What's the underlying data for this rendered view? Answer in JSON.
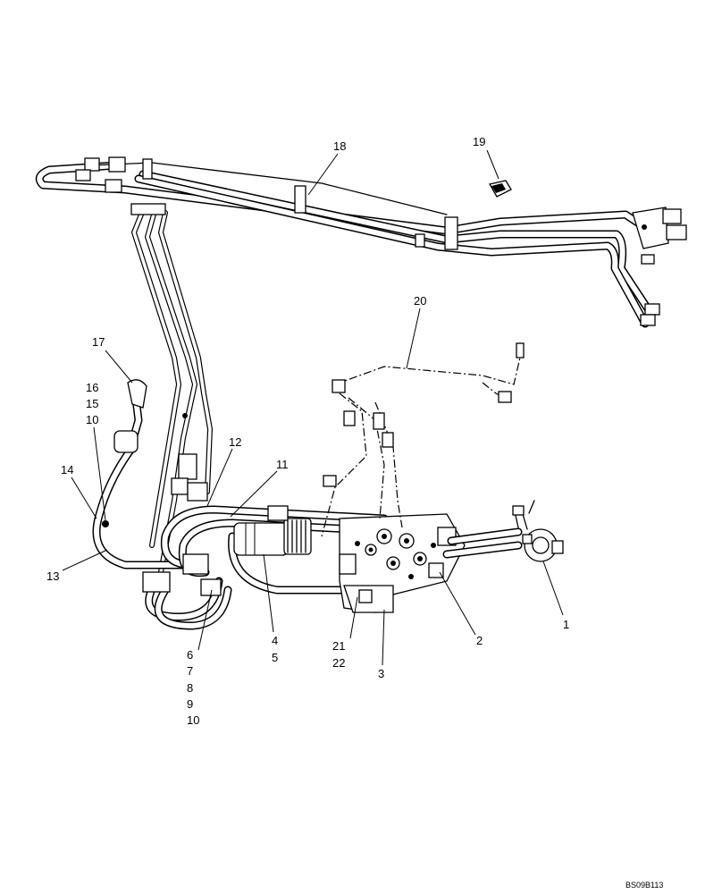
{
  "callouts": [
    {
      "id": "1",
      "text": "1"
    },
    {
      "id": "2",
      "text": "2"
    },
    {
      "id": "3",
      "text": "3"
    },
    {
      "id": "4",
      "text": "4"
    },
    {
      "id": "5",
      "text": "5"
    },
    {
      "id": "6",
      "text": "6"
    },
    {
      "id": "7",
      "text": "7"
    },
    {
      "id": "8",
      "text": "8"
    },
    {
      "id": "9",
      "text": "9"
    },
    {
      "id": "10a",
      "text": "10"
    },
    {
      "id": "10b",
      "text": "10"
    },
    {
      "id": "11",
      "text": "11"
    },
    {
      "id": "12",
      "text": "12"
    },
    {
      "id": "13",
      "text": "13"
    },
    {
      "id": "14",
      "text": "14"
    },
    {
      "id": "15",
      "text": "15"
    },
    {
      "id": "16",
      "text": "16"
    },
    {
      "id": "17",
      "text": "17"
    },
    {
      "id": "18",
      "text": "18"
    },
    {
      "id": "19",
      "text": "19"
    },
    {
      "id": "20",
      "text": "20"
    },
    {
      "id": "21",
      "text": "21"
    },
    {
      "id": "22",
      "text": "22"
    }
  ],
  "drawing_code": "BS09B113"
}
